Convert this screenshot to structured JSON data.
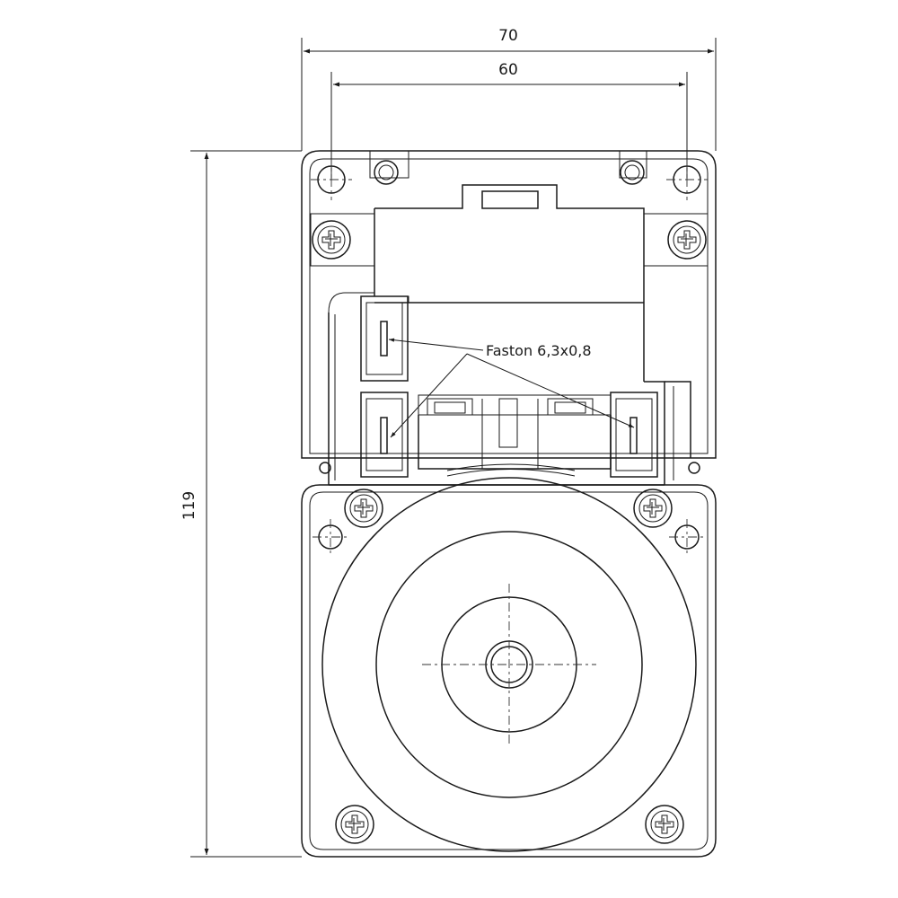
{
  "dimensions": {
    "overall_width": "70",
    "hole_spacing": "60",
    "overall_height": "119"
  },
  "callout": {
    "label": "Faston 6,3x0,8"
  },
  "colors": {
    "line": "#1a1a1a",
    "background": "#ffffff"
  }
}
